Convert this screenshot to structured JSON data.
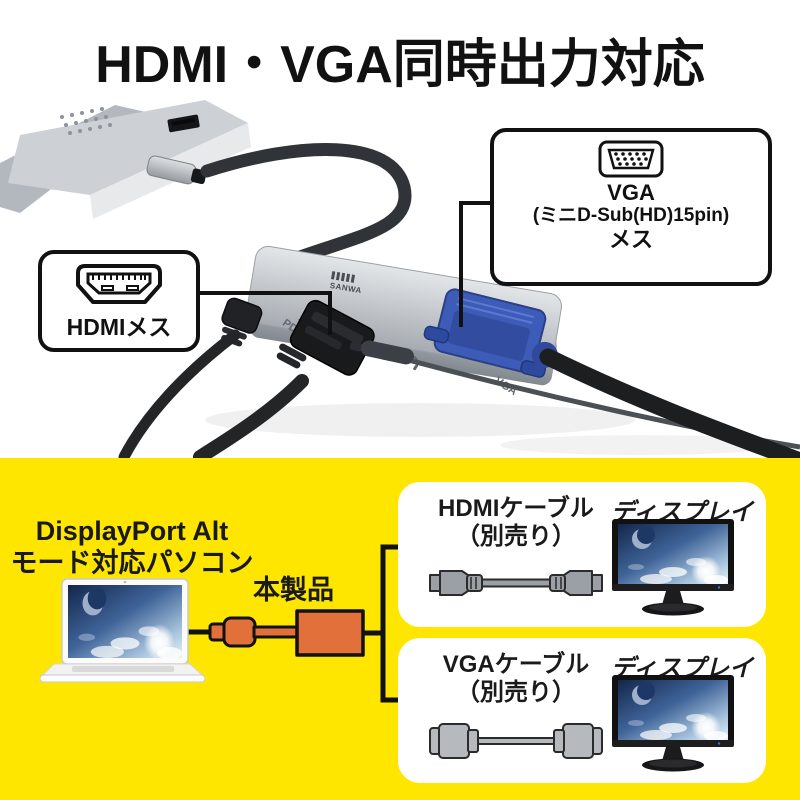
{
  "title": "HDMI・VGA同時出力対応",
  "colors": {
    "accent_yellow": "#ffe600",
    "accent_orange": "#e2703a",
    "vga_blue": "#3d5cb8"
  },
  "photo": {
    "hdmi_callout": {
      "label": "HDMIメス"
    },
    "vga_callout": {
      "line1": "VGA",
      "line2": "(ミニD-Sub(HD)15pin)",
      "line3": "メス"
    },
    "adapter": {
      "brand": "SANWA",
      "port_pd": "PD",
      "port_hdmi": "HDMI",
      "port_vga": "VGA"
    }
  },
  "diagram": {
    "source_line1": "DisplayPort Alt",
    "source_line2": "モード対応パソコン",
    "product_label": "本製品",
    "branches": [
      {
        "cable_line1": "HDMIケーブル",
        "cable_line2": "（別売り）",
        "display_label": "ディスプレイ"
      },
      {
        "cable_line1": "VGAケーブル",
        "cable_line2": "（別売り）",
        "display_label": "ディスプレイ"
      }
    ]
  }
}
